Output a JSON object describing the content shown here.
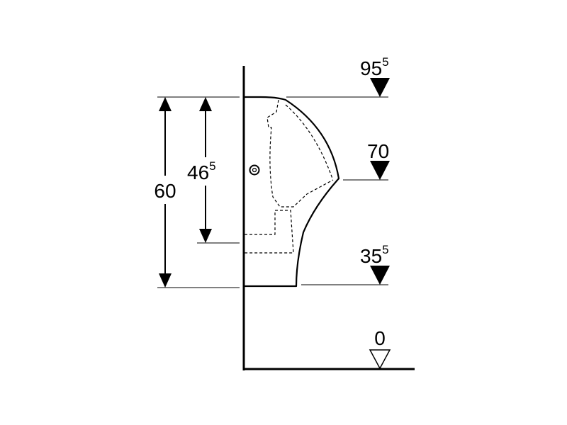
{
  "diagram": {
    "dimensions": [
      {
        "id": "overall-height",
        "value": "60",
        "superscript": ""
      },
      {
        "id": "inlet-height",
        "value": "46",
        "superscript": "5"
      }
    ],
    "levels": [
      {
        "id": "top-rim",
        "value": "95",
        "superscript": "5",
        "marker": "filled"
      },
      {
        "id": "bowl-widest",
        "value": "70",
        "superscript": "",
        "marker": "filled"
      },
      {
        "id": "bottom-edge",
        "value": "35",
        "superscript": "5",
        "marker": "filled"
      },
      {
        "id": "floor",
        "value": "0",
        "superscript": "",
        "marker": "outline"
      }
    ],
    "colors": {
      "line": "#000000",
      "background": "#ffffff"
    }
  }
}
